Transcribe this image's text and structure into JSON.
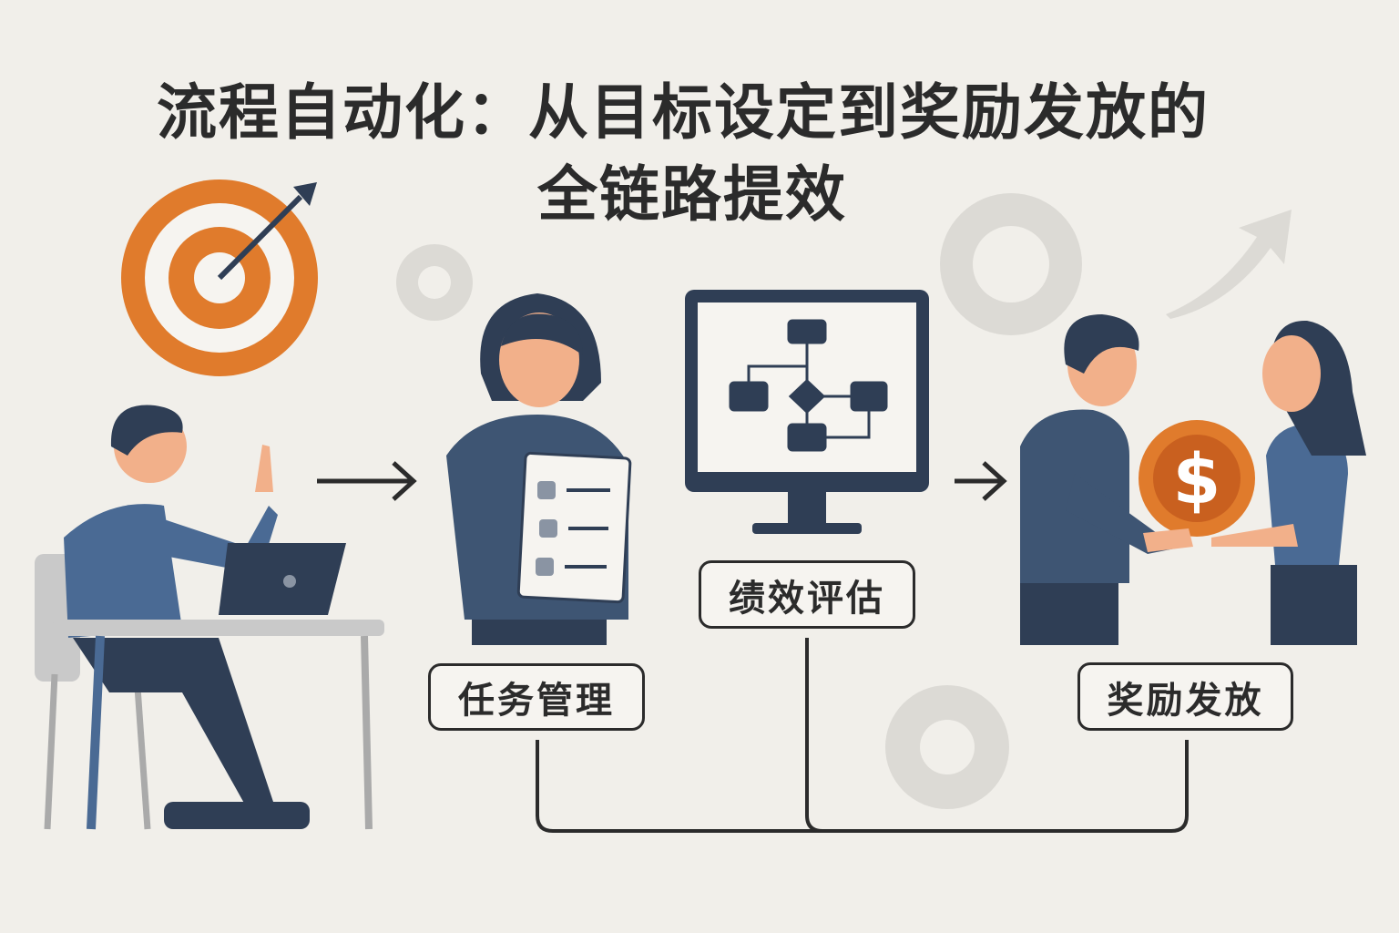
{
  "title": {
    "line1": "流程自动化：从目标设定到奖励发放的",
    "line2": "全链路提效"
  },
  "steps": [
    {
      "label": "任务管理"
    },
    {
      "label": "绩效评估"
    },
    {
      "label": "奖励发放"
    }
  ],
  "icons": [
    "target-icon",
    "gear-icon",
    "checklist-icon",
    "flowchart-monitor-icon",
    "dollar-coin-icon",
    "trend-arrow-icon",
    "arrow-right-icon"
  ],
  "colors": {
    "accent": "#e07b2c",
    "navy": "#2f3e55",
    "blue": "#4a6a94",
    "background": "#f1efea"
  }
}
